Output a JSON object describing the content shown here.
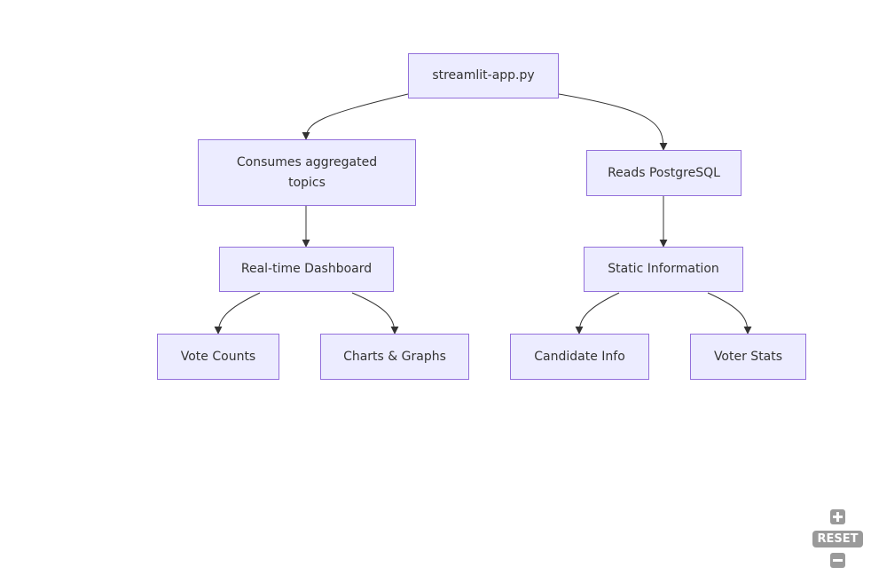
{
  "diagram": {
    "nodes": {
      "app": "streamlit-app.py",
      "consume": "Consumes aggregated\ntopics",
      "reads": "Reads PostgreSQL",
      "dashboard": "Real-time Dashboard",
      "static": "Static Information",
      "votes": "Vote Counts",
      "charts": "Charts & Graphs",
      "candidate": "Candidate Info",
      "voter": "Voter Stats"
    },
    "edges": [
      [
        "app",
        "consume"
      ],
      [
        "app",
        "reads"
      ],
      [
        "consume",
        "dashboard"
      ],
      [
        "reads",
        "static"
      ],
      [
        "dashboard",
        "votes"
      ],
      [
        "dashboard",
        "charts"
      ],
      [
        "static",
        "candidate"
      ],
      [
        "static",
        "voter"
      ]
    ],
    "colors": {
      "node_fill": "#ececff",
      "node_border": "#9370db",
      "edge": "#333333",
      "text": "#333333",
      "controls": "#9a9a9a"
    }
  },
  "controls": {
    "zoom_in_icon": "plus-icon",
    "reset_label": "RESET",
    "zoom_out_icon": "minus-icon"
  }
}
